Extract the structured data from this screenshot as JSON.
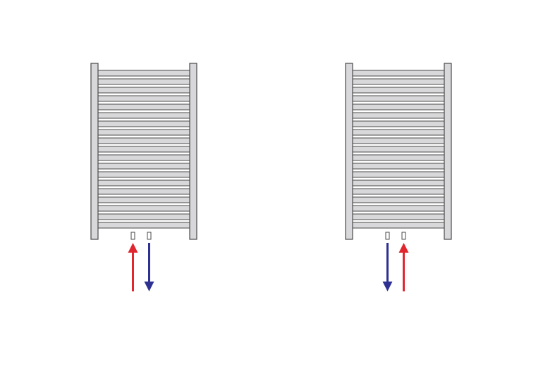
{
  "colors": {
    "background": "#ffffff",
    "radiator_fill": "#d8d8da",
    "radiator_stroke": "#4a4a4a",
    "supply_arrow": "#e0262e",
    "return_arrow": "#2e3192"
  },
  "diagram": {
    "radiators": [
      {
        "name": "radiator-left",
        "bar_count": 19,
        "connections": [
          {
            "role": "supply",
            "direction": "up",
            "color_key": "supply_arrow",
            "icon": "arrow-up-icon"
          },
          {
            "role": "return",
            "direction": "down",
            "color_key": "return_arrow",
            "icon": "arrow-down-icon"
          }
        ]
      },
      {
        "name": "radiator-right",
        "bar_count": 19,
        "connections": [
          {
            "role": "return",
            "direction": "down",
            "color_key": "return_arrow",
            "icon": "arrow-down-icon"
          },
          {
            "role": "supply",
            "direction": "up",
            "color_key": "supply_arrow",
            "icon": "arrow-up-icon"
          }
        ]
      }
    ]
  }
}
